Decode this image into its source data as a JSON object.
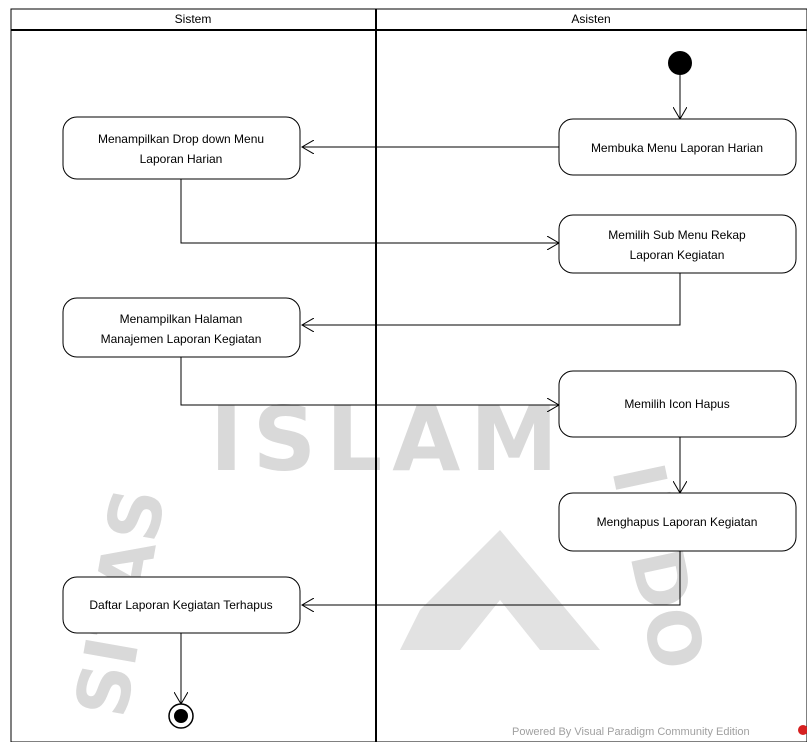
{
  "lanes": {
    "left": "Sistem",
    "right": "Asisten"
  },
  "nodes": {
    "menampilkan_dropdown": [
      "Menampilkan Drop down Menu",
      "Laporan Harian"
    ],
    "membuka_menu": [
      "Membuka Menu Laporan Harian"
    ],
    "memilih_sub_menu": [
      "Memilih Sub Menu Rekap",
      "Laporan Kegiatan"
    ],
    "menampilkan_halaman": [
      "Menampilkan Halaman",
      "Manajemen Laporan Kegiatan"
    ],
    "memilih_icon": [
      "Memilih Icon Hapus"
    ],
    "menghapus_laporan": [
      "Menghapus Laporan Kegiatan"
    ],
    "daftar_laporan": [
      "Daftar Laporan Kegiatan Terhapus"
    ]
  },
  "watermark": {
    "word": "ISLAM",
    "left_arc": "SITAS",
    "right_arc": "INDO"
  },
  "footer": {
    "powered_by": "Powered By  Visual Paradigm Community Edition"
  },
  "colors": {
    "line": "#000000",
    "watermark": "#d9d9d9",
    "footer_text": "#a0a0a0",
    "footer_logo": "#d62020"
  }
}
